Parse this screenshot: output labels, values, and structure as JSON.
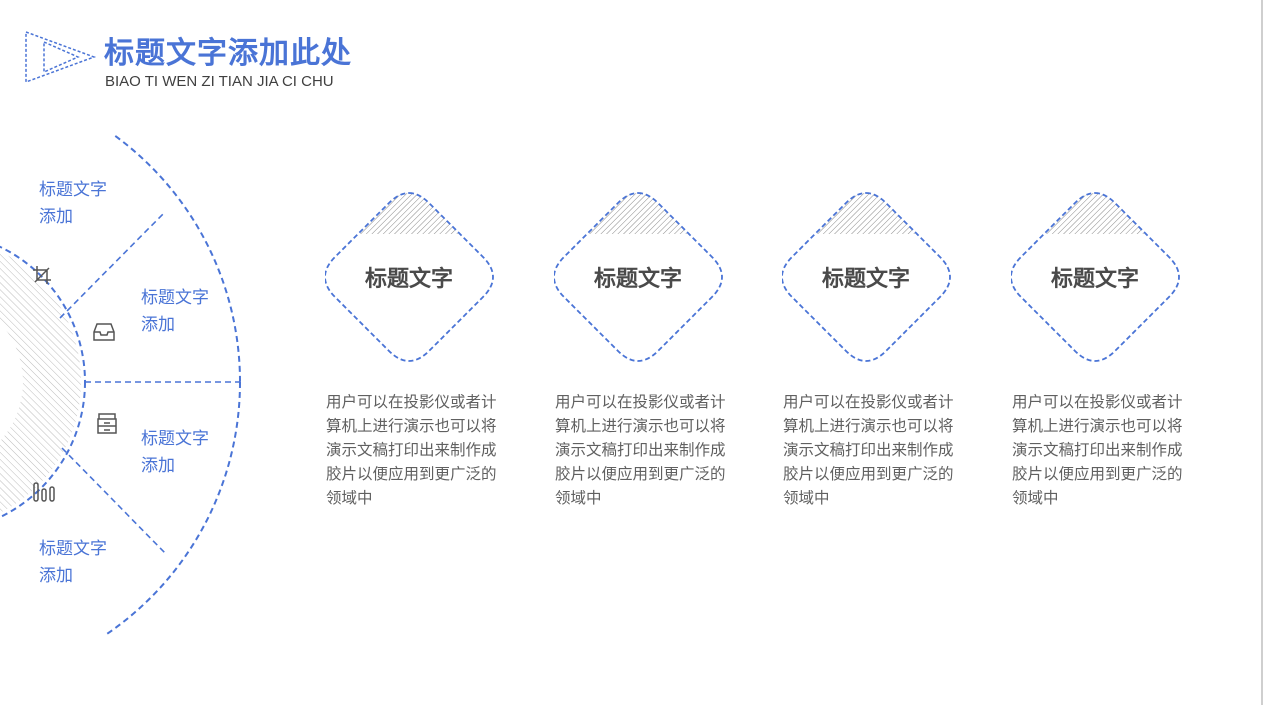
{
  "header": {
    "title": "标题文字添加此处",
    "subtitle": "BIAO TI WEN ZI TIAN JIA CI CHU"
  },
  "wheel": {
    "segments": [
      {
        "label": "标题文字添加",
        "icon": "crop-icon"
      },
      {
        "label": "标题文字添加",
        "icon": "inbox-icon"
      },
      {
        "label": "标题文字添加",
        "icon": "archive-icon"
      },
      {
        "label": "标题文字添加",
        "icon": "bar-chart-icon"
      }
    ]
  },
  "cards": [
    {
      "title": "标题文字",
      "desc": "用户可以在投影仪或者计算机上进行演示也可以将演示文稿打印出来制作成胶片以便应用到更广泛的领域中"
    },
    {
      "title": "标题文字",
      "desc": "用户可以在投影仪或者计算机上进行演示也可以将演示文稿打印出来制作成胶片以便应用到更广泛的领域中"
    },
    {
      "title": "标题文字",
      "desc": "用户可以在投影仪或者计算机上进行演示也可以将演示文稿打印出来制作成胶片以便应用到更广泛的领域中"
    },
    {
      "title": "标题文字",
      "desc": "用户可以在投影仪或者计算机上进行演示也可以将演示文稿打印出来制作成胶片以便应用到更广泛的领域中"
    }
  ],
  "colors": {
    "accent": "#4a74d6",
    "text_dark": "#4a4a4a",
    "text_body": "#606060"
  }
}
